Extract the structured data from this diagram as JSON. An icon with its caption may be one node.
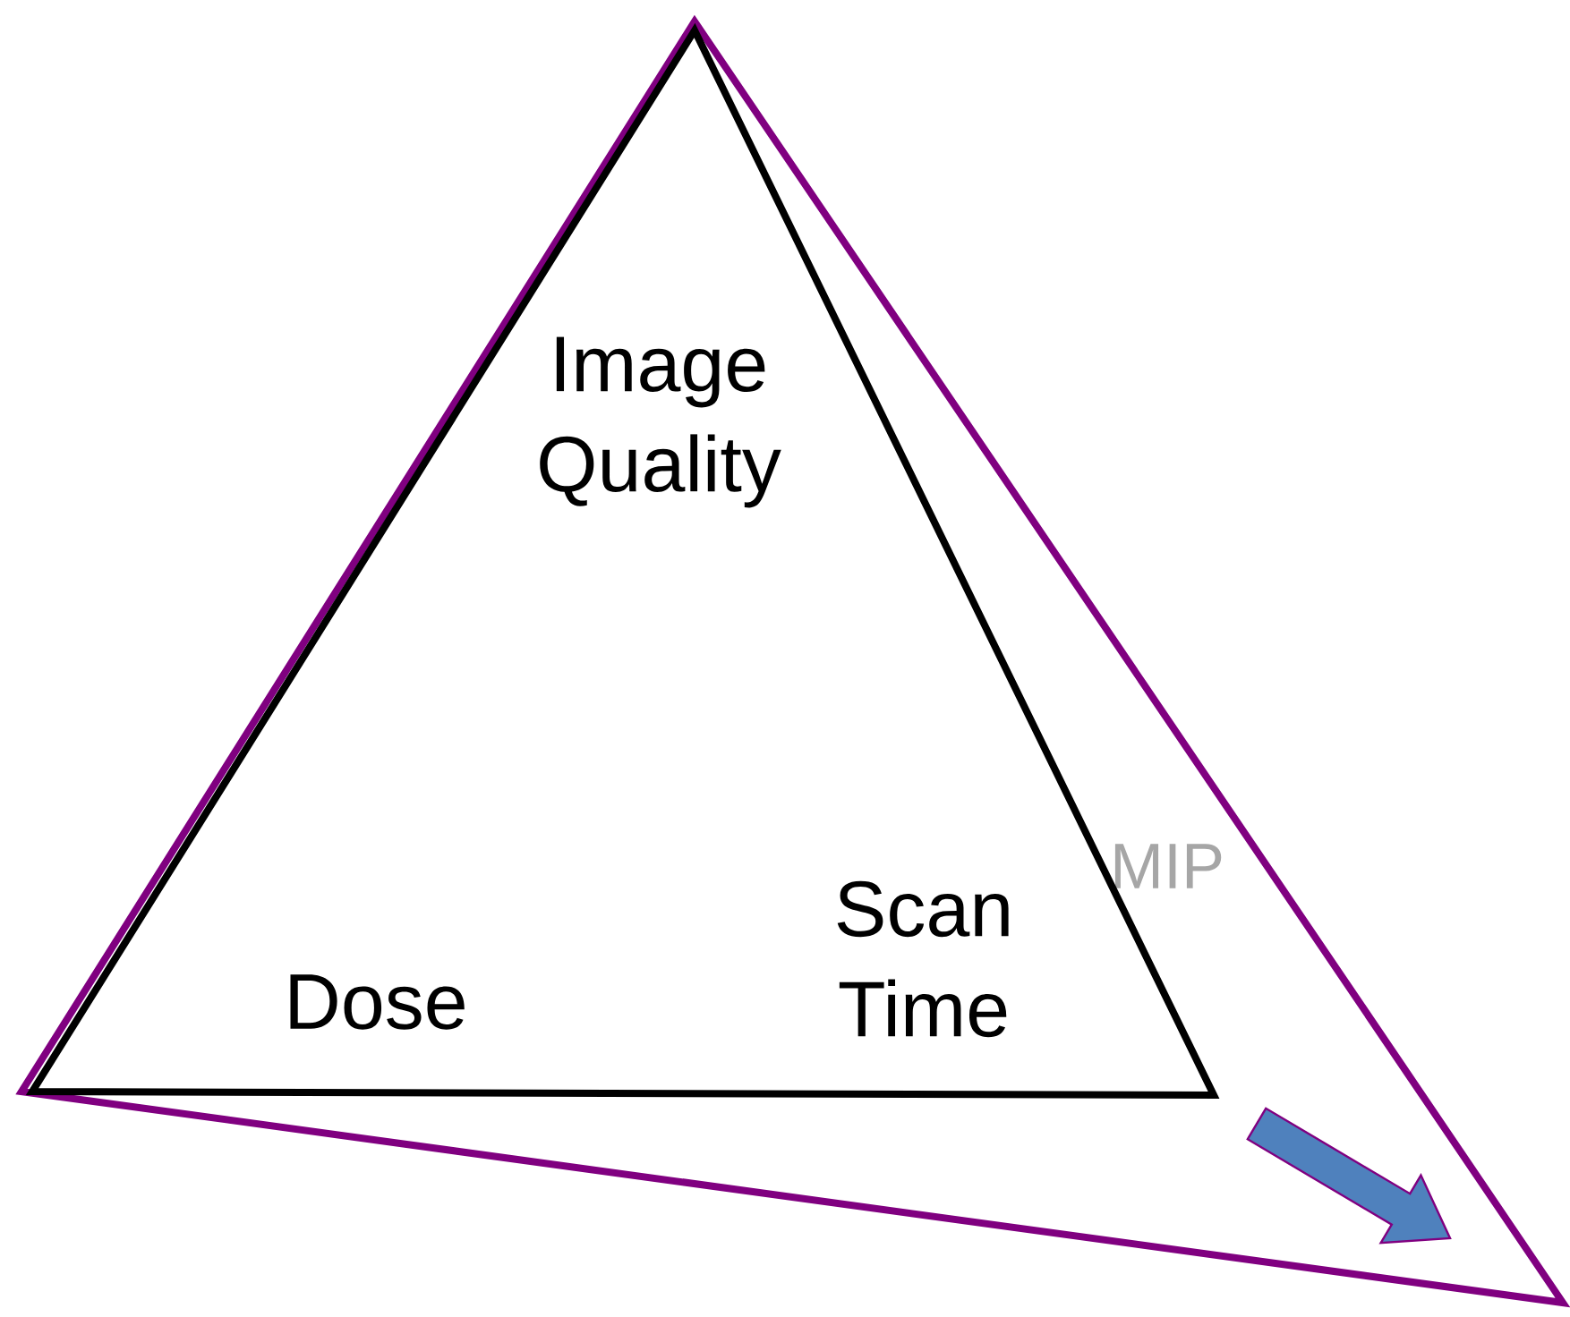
{
  "diagram": {
    "nodes": [
      {
        "text": [
          "MIP"
        ]
      },
      {
        "text": [
          "Image Quality",
          "Dose",
          "Scan Time"
        ],
        "in": 0
      }
    ]
  }
}
